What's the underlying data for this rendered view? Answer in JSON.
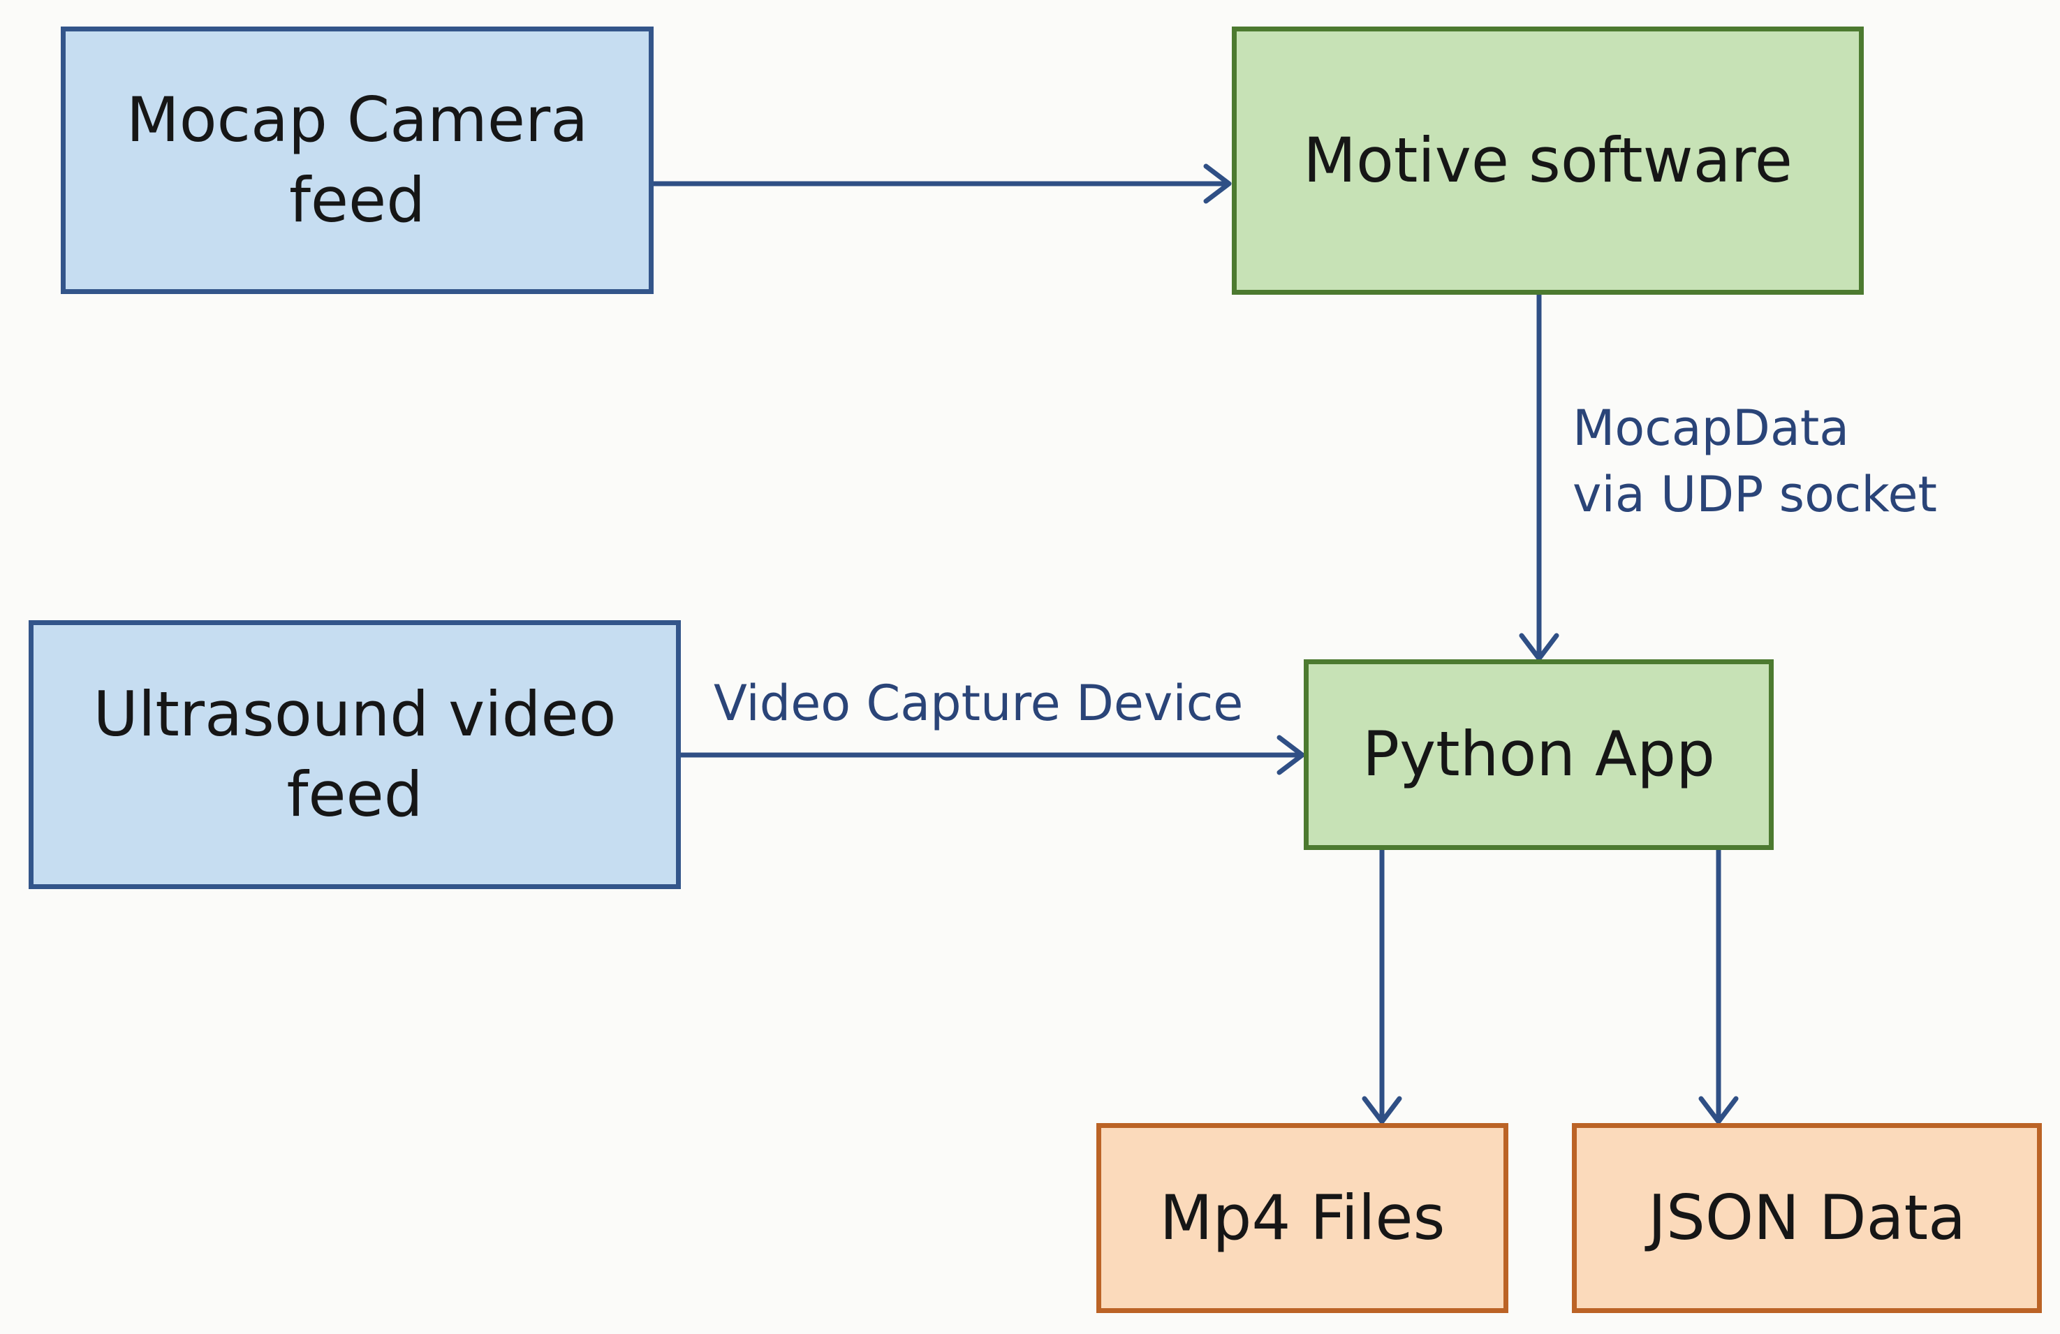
{
  "nodes": {
    "mocap_camera_feed": "Mocap Camera\nfeed",
    "motive_software": "Motive software",
    "ultrasound_video_feed": "Ultrasound video\nfeed",
    "python_app": "Python App",
    "mp4_files": "Mp4 Files",
    "json_data": "JSON Data"
  },
  "edges": [
    {
      "from": "mocap_camera_feed",
      "to": "motive_software",
      "label": ""
    },
    {
      "from": "motive_software",
      "to": "python_app",
      "label": "MocapData\nvia UDP socket"
    },
    {
      "from": "ultrasound_video_feed",
      "to": "python_app",
      "label": "Video Capture Device"
    },
    {
      "from": "python_app",
      "to": "mp4_files",
      "label": ""
    },
    {
      "from": "python_app",
      "to": "json_data",
      "label": ""
    }
  ],
  "labels": {
    "udp_line1": "MocapData",
    "udp_line2": "via UDP socket",
    "video_capture": "Video Capture Device"
  },
  "colors": {
    "input_fill": "#c6ddf1",
    "input_border": "#33558a",
    "process_fill": "#c7e2b6",
    "process_border": "#4c7a30",
    "output_fill": "#fbdabb",
    "output_border": "#bb6326",
    "arrow": "#2f4f85",
    "edge_label_text": "#2a4478"
  }
}
